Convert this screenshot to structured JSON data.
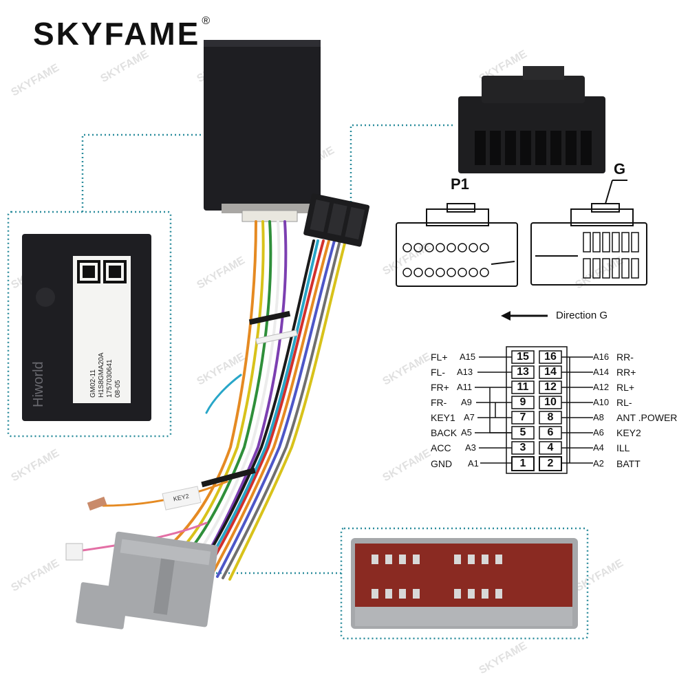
{
  "brand": {
    "name": "SKYFAME",
    "registered": "®"
  },
  "watermark": "SKYFAME",
  "connector": {
    "p1_label": "P1",
    "g_label": "G",
    "direction_label": "Direction G"
  },
  "box_label": {
    "brand": "Hiworld",
    "lines": [
      "GM02-11",
      "H1S8GMA20A",
      "1757030641",
      "08-05"
    ]
  },
  "harness_tag": "KEY2",
  "pinout": {
    "rows": [
      {
        "left_signal": "FL+",
        "left_pin": "A15",
        "left_num": "15",
        "right_num": "16",
        "right_pin": "A16",
        "right_signal": "RR-"
      },
      {
        "left_signal": "FL-",
        "left_pin": "A13",
        "left_num": "13",
        "right_num": "14",
        "right_pin": "A14",
        "right_signal": "RR+"
      },
      {
        "left_signal": "FR+",
        "left_pin": "A11",
        "left_num": "11",
        "right_num": "12",
        "right_pin": "A12",
        "right_signal": "RL+"
      },
      {
        "left_signal": "FR-",
        "left_pin": "A9",
        "left_num": "9",
        "right_num": "10",
        "right_pin": "A10",
        "right_signal": "RL-"
      },
      {
        "left_signal": "KEY1",
        "left_pin": "A7",
        "left_num": "7",
        "right_num": "8",
        "right_pin": "A8",
        "right_signal": "ANT .POWER"
      },
      {
        "left_signal": "BACK",
        "left_pin": "A5",
        "left_num": "5",
        "right_num": "6",
        "right_pin": "A6",
        "right_signal": "KEY2"
      },
      {
        "left_signal": "ACC",
        "left_pin": "A3",
        "left_num": "3",
        "right_num": "4",
        "right_pin": "A4",
        "right_signal": "ILL"
      },
      {
        "left_signal": "GND",
        "left_pin": "A1",
        "left_num": "1",
        "right_num": "2",
        "right_pin": "A2",
        "right_signal": "BATT"
      }
    ]
  },
  "colors": {
    "callout_dotted": "#2a8c9c",
    "box_body": "#1e1e22",
    "connector_gray": "#a6a8ab",
    "connector_red": "#8a2a22"
  }
}
